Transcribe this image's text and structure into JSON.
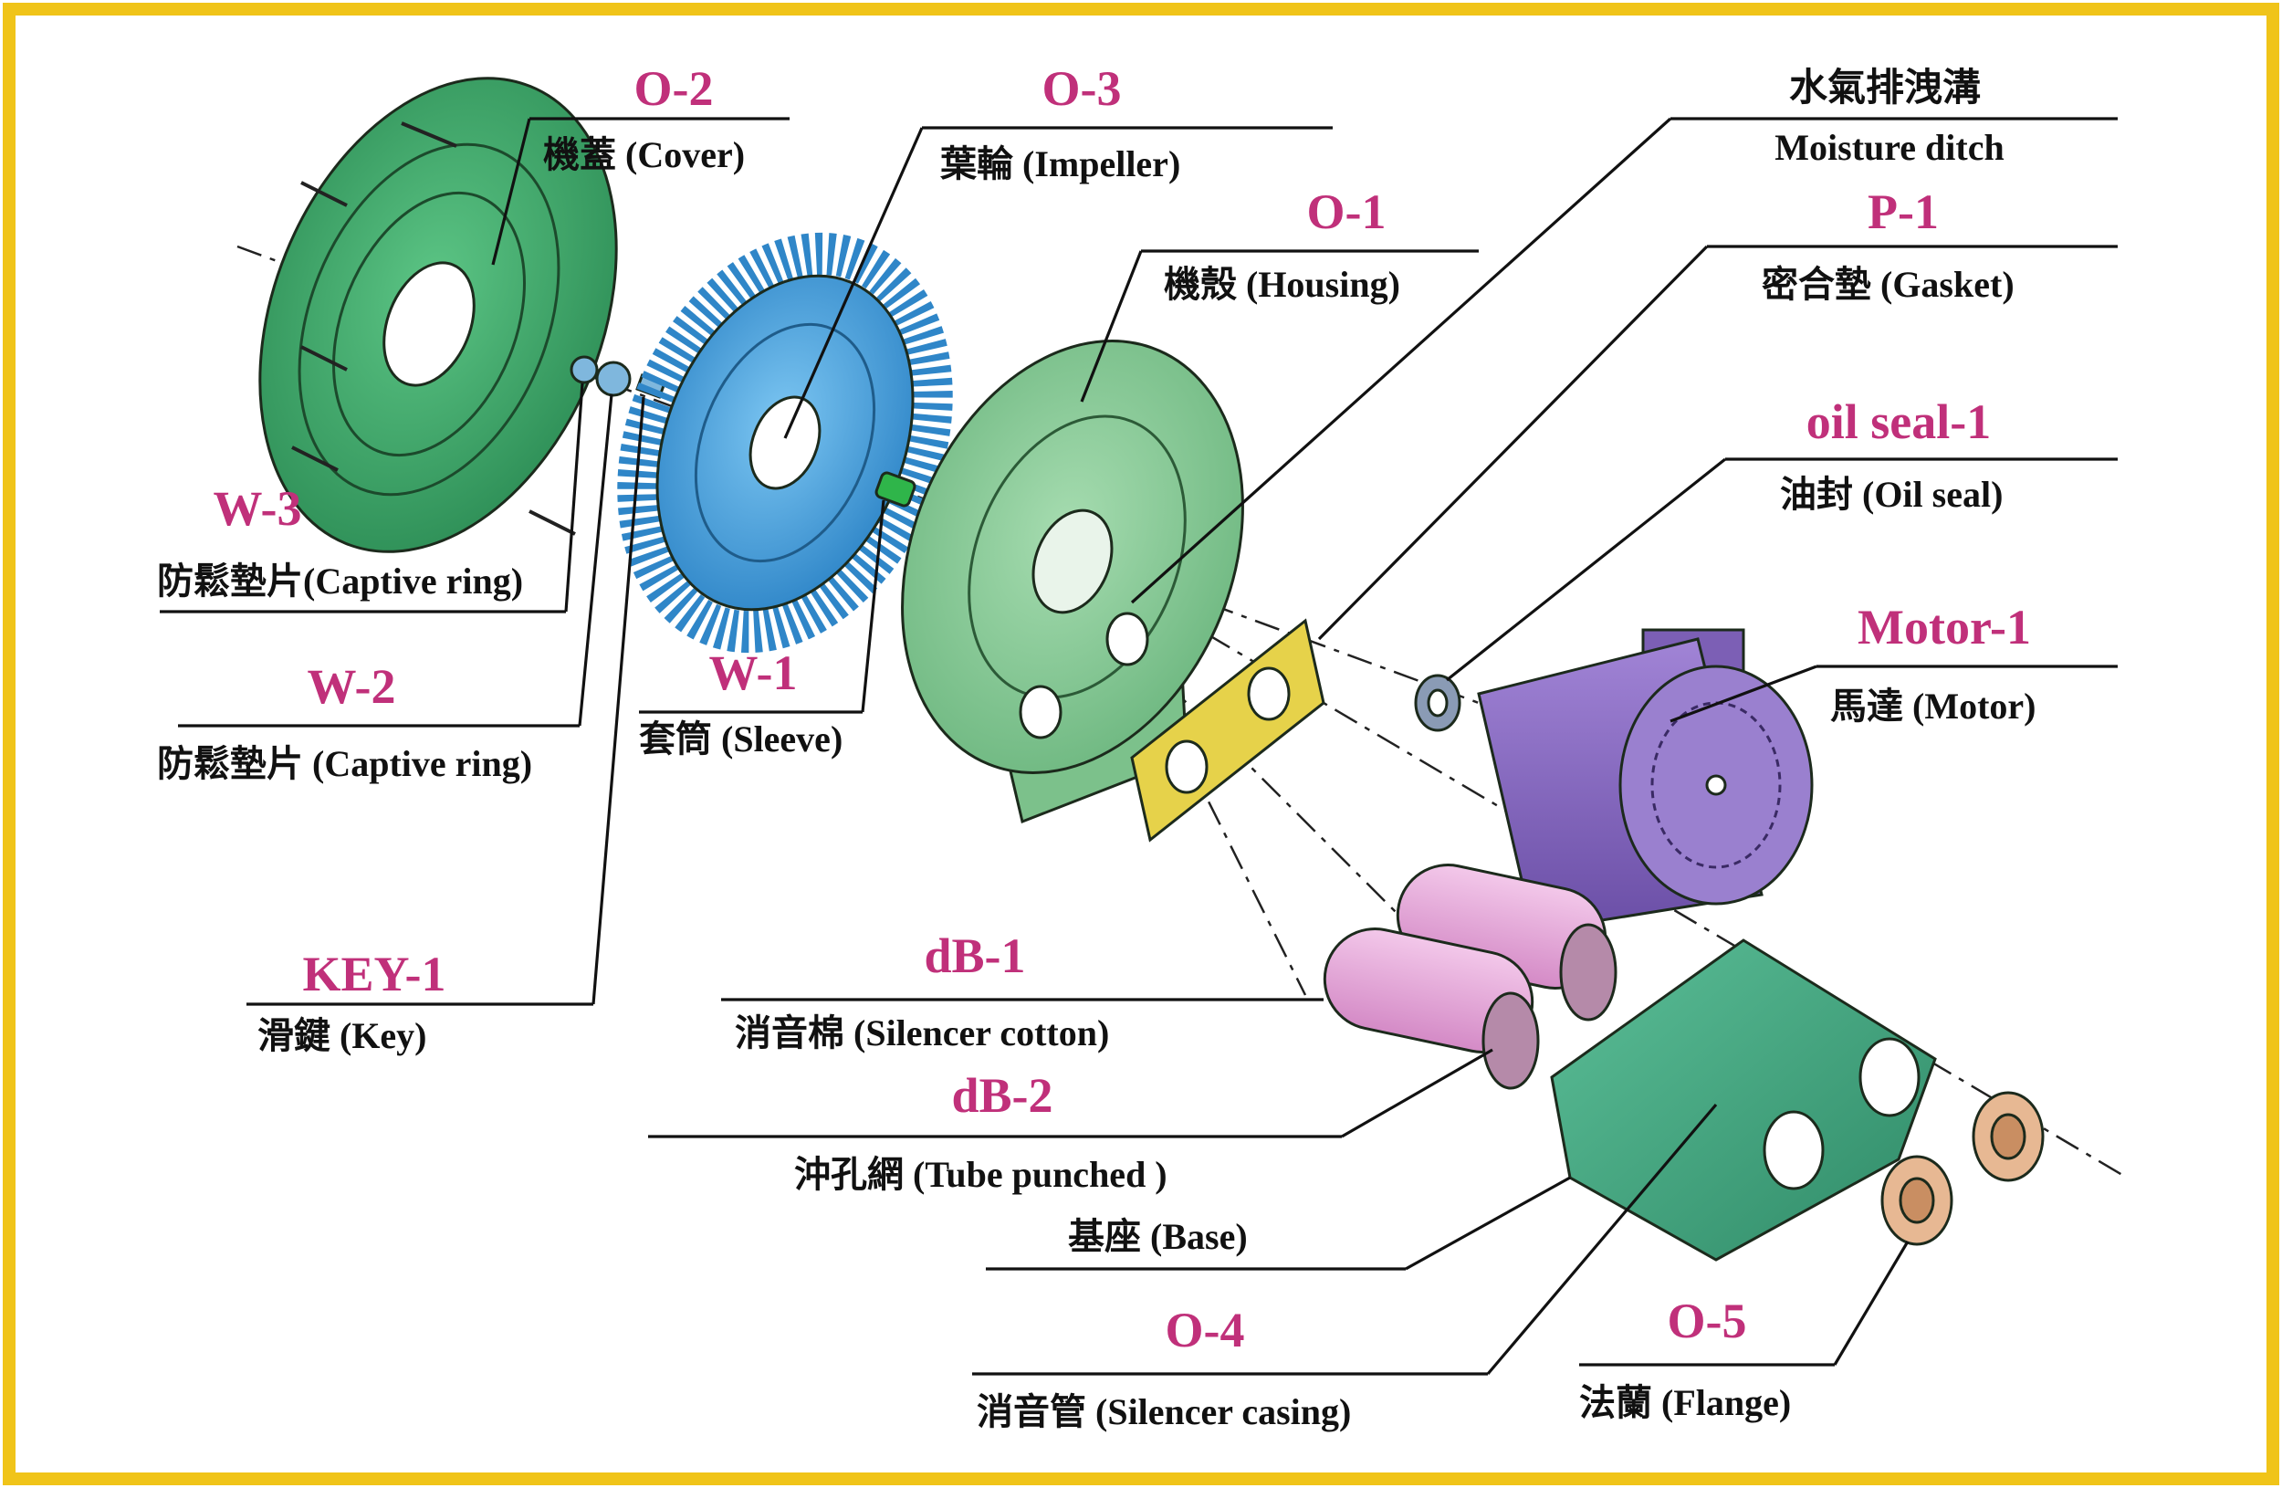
{
  "colors": {
    "border": "#f0c419",
    "code_text": "#c0307a",
    "cover_green": "#3fa868",
    "housing_green": "#82c691",
    "base_green": "#3fa07c",
    "impeller_blue": "#4aa7e0",
    "gasket_yellow": "#e6d24a",
    "motor_purple": "#8a6cc2",
    "silencer_pink": "#e6a7da",
    "flange_tan": "#e7b893",
    "sleeve_green": "#2fb54a"
  },
  "labels": {
    "o2": {
      "code": "O-2",
      "desc": "機蓋 (Cover)"
    },
    "o3": {
      "code": "O-3",
      "desc": "葉輪 (Impeller)"
    },
    "moisture": {
      "code": "水氣排洩溝",
      "desc": "Moisture ditch"
    },
    "o1": {
      "code": "O-1",
      "desc": "機殼 (Housing)"
    },
    "p1": {
      "code": "P-1",
      "desc": "密合墊 (Gasket)"
    },
    "oilseal": {
      "code": "oil seal-1",
      "desc": "油封 (Oil seal)"
    },
    "motor": {
      "code": "Motor-1",
      "desc": "馬達 (Motor)"
    },
    "w3": {
      "code": "W-3",
      "desc": "防鬆墊片(Captive ring)"
    },
    "w2": {
      "code": "W-2",
      "desc": "防鬆墊片 (Captive ring)"
    },
    "w1": {
      "code": "W-1",
      "desc": "套筒 (Sleeve)"
    },
    "key1": {
      "code": "KEY-1",
      "desc": "滑鍵 (Key)"
    },
    "db1": {
      "code": "dB-1",
      "desc": "消音棉 (Silencer cotton)"
    },
    "db2": {
      "code": "dB-2",
      "desc": "沖孔網 (Tube punched )"
    },
    "base": {
      "desc": "基座 (Base)"
    },
    "o4": {
      "code": "O-4",
      "desc": "消音管 (Silencer casing)"
    },
    "o5": {
      "code": "O-5",
      "desc": "法蘭 (Flange)"
    }
  }
}
